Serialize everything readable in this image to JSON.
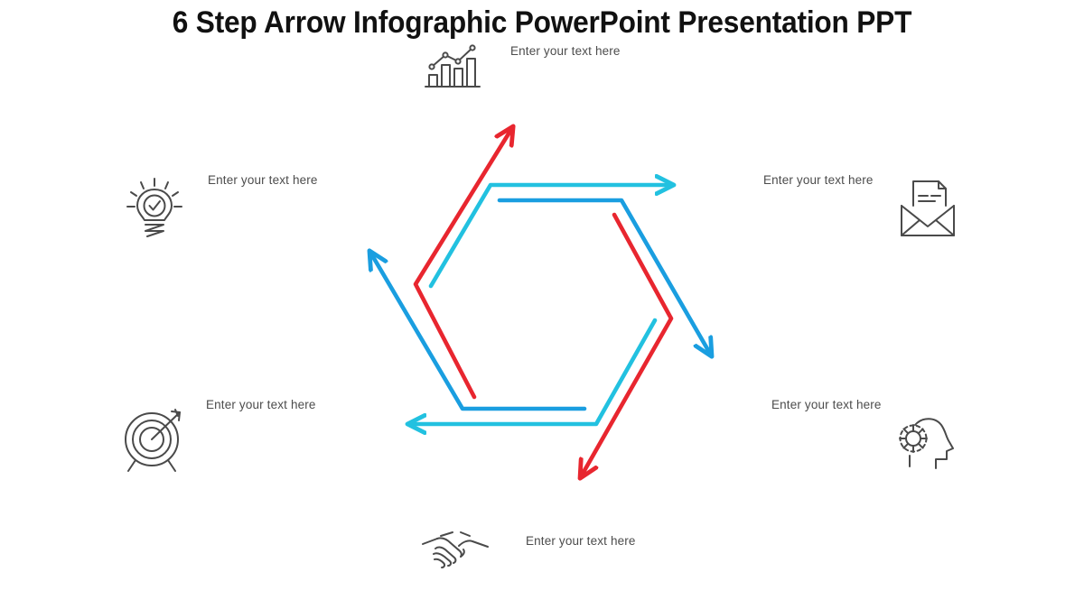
{
  "slide": {
    "title": "6 Step Arrow Infographic PowerPoint Presentation PPT",
    "background_color": "#ffffff",
    "title_color": "#111111",
    "label_color": "#4c4c4c",
    "icon_color": "#4a4a4a"
  },
  "palette": {
    "red": "#e8262f",
    "cyan": "#22c1e0",
    "blue": "#1a9ee0"
  },
  "steps": [
    {
      "id": "step-1",
      "position": "top",
      "icon": "bar-chart-line-icon",
      "label": "Enter your text here",
      "arrow_color": "#22c1e0"
    },
    {
      "id": "step-2",
      "position": "right-top",
      "icon": "envelope-letter-icon",
      "label": "Enter your text here",
      "arrow_color": "#1a9ee0"
    },
    {
      "id": "step-3",
      "position": "right-bottom",
      "icon": "head-gear-icon",
      "label": "Enter your text here",
      "arrow_color": "#e8262f"
    },
    {
      "id": "step-4",
      "position": "bottom",
      "icon": "handshake-icon",
      "label": "Enter your text here",
      "arrow_color": "#22c1e0"
    },
    {
      "id": "step-5",
      "position": "left-bottom",
      "icon": "target-arrow-icon",
      "label": "Enter your text here",
      "arrow_color": "#1a9ee0"
    },
    {
      "id": "step-6",
      "position": "left-top",
      "icon": "lightbulb-check-icon",
      "label": "Enter your text here",
      "arrow_color": "#e8262f"
    }
  ],
  "diagram": {
    "name": "six-step-hexagon-arrow-cycle",
    "shape": "hexagon",
    "arrow_count": 6,
    "direction": "clockwise"
  }
}
